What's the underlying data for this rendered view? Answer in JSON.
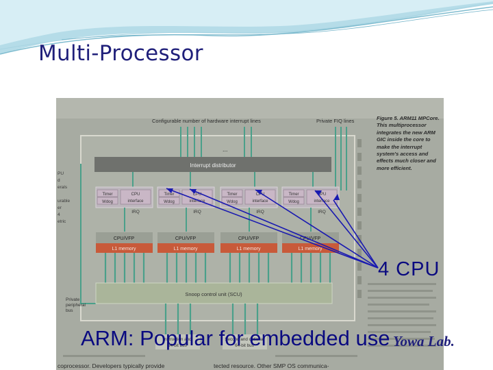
{
  "slide": {
    "title": "Multi-Processor",
    "cpu_annotation": "4 CPU",
    "bottom_text": "ARM: Popular for embedded use",
    "lab_label": "Yowa Lab."
  },
  "figure": {
    "top_label_left": "Configurable number of hardware interrupt lines",
    "top_label_right": "Private FIQ lines",
    "ellipsis": "...",
    "interrupt_distributor": "Interrupt distributor",
    "cores": [
      {
        "timer": "Timer",
        "wdog": "Wdog",
        "cpu": "CPU",
        "interface": "interface",
        "irq": "IRQ",
        "cpu_vfp": "CPU/VFP",
        "l1": "L1 memory"
      },
      {
        "timer": "Timer",
        "wdog": "Wdog",
        "cpu": "CPU",
        "interface": "interface",
        "irq": "IRQ",
        "cpu_vfp": "CPU/VFP",
        "l1": "L1 memory"
      },
      {
        "timer": "Timer",
        "wdog": "Wdog",
        "cpu": "CPU",
        "interface": "interface",
        "irq": "IRQ",
        "cpu_vfp": "CPU/VFP",
        "l1": "L1 memory"
      },
      {
        "timer": "Timer",
        "wdog": "Wdog",
        "cpu": "CPU",
        "interface": "interface",
        "irq": "IRQ",
        "cpu_vfp": "CPU/VFP",
        "l1": "L1 memory"
      }
    ],
    "snoop_control_unit": "Snoop control unit (SCU)",
    "private_bus_label": [
      "Private",
      "peripheral",
      "bus"
    ],
    "left_margin_labels": [
      "PU",
      "d",
      "erals",
      "",
      "urable",
      "er",
      "4",
      "etric"
    ],
    "caption": "Figure 5. ARM11 MPCore. This multiprocessor integrates the new ARM GIC inside the core to make the interrupt system's access and effects much closer and more efficient.",
    "bottom_box_left": [
      "Instruction and",
      "64-bit bus"
    ],
    "bottom_box_right": [
      "Second and optional",
      "64-bit bus"
    ],
    "bottom_text_left": "coprocessor. Developers typically provide",
    "bottom_text_right": "tected resource. Other SMP OS communica-"
  },
  "colors": {
    "title": "#1f1f7a",
    "annotation": "#0a0a80",
    "arrow": "#1a1ab0",
    "l1_memory": "#c85a3a",
    "cpu_vfp": "#9a9f95",
    "scu": "#aab59a",
    "interrupt_distributor": "#6f716d",
    "timer_box": "#c6b8c2",
    "diagram_line": "#4aa08a"
  }
}
